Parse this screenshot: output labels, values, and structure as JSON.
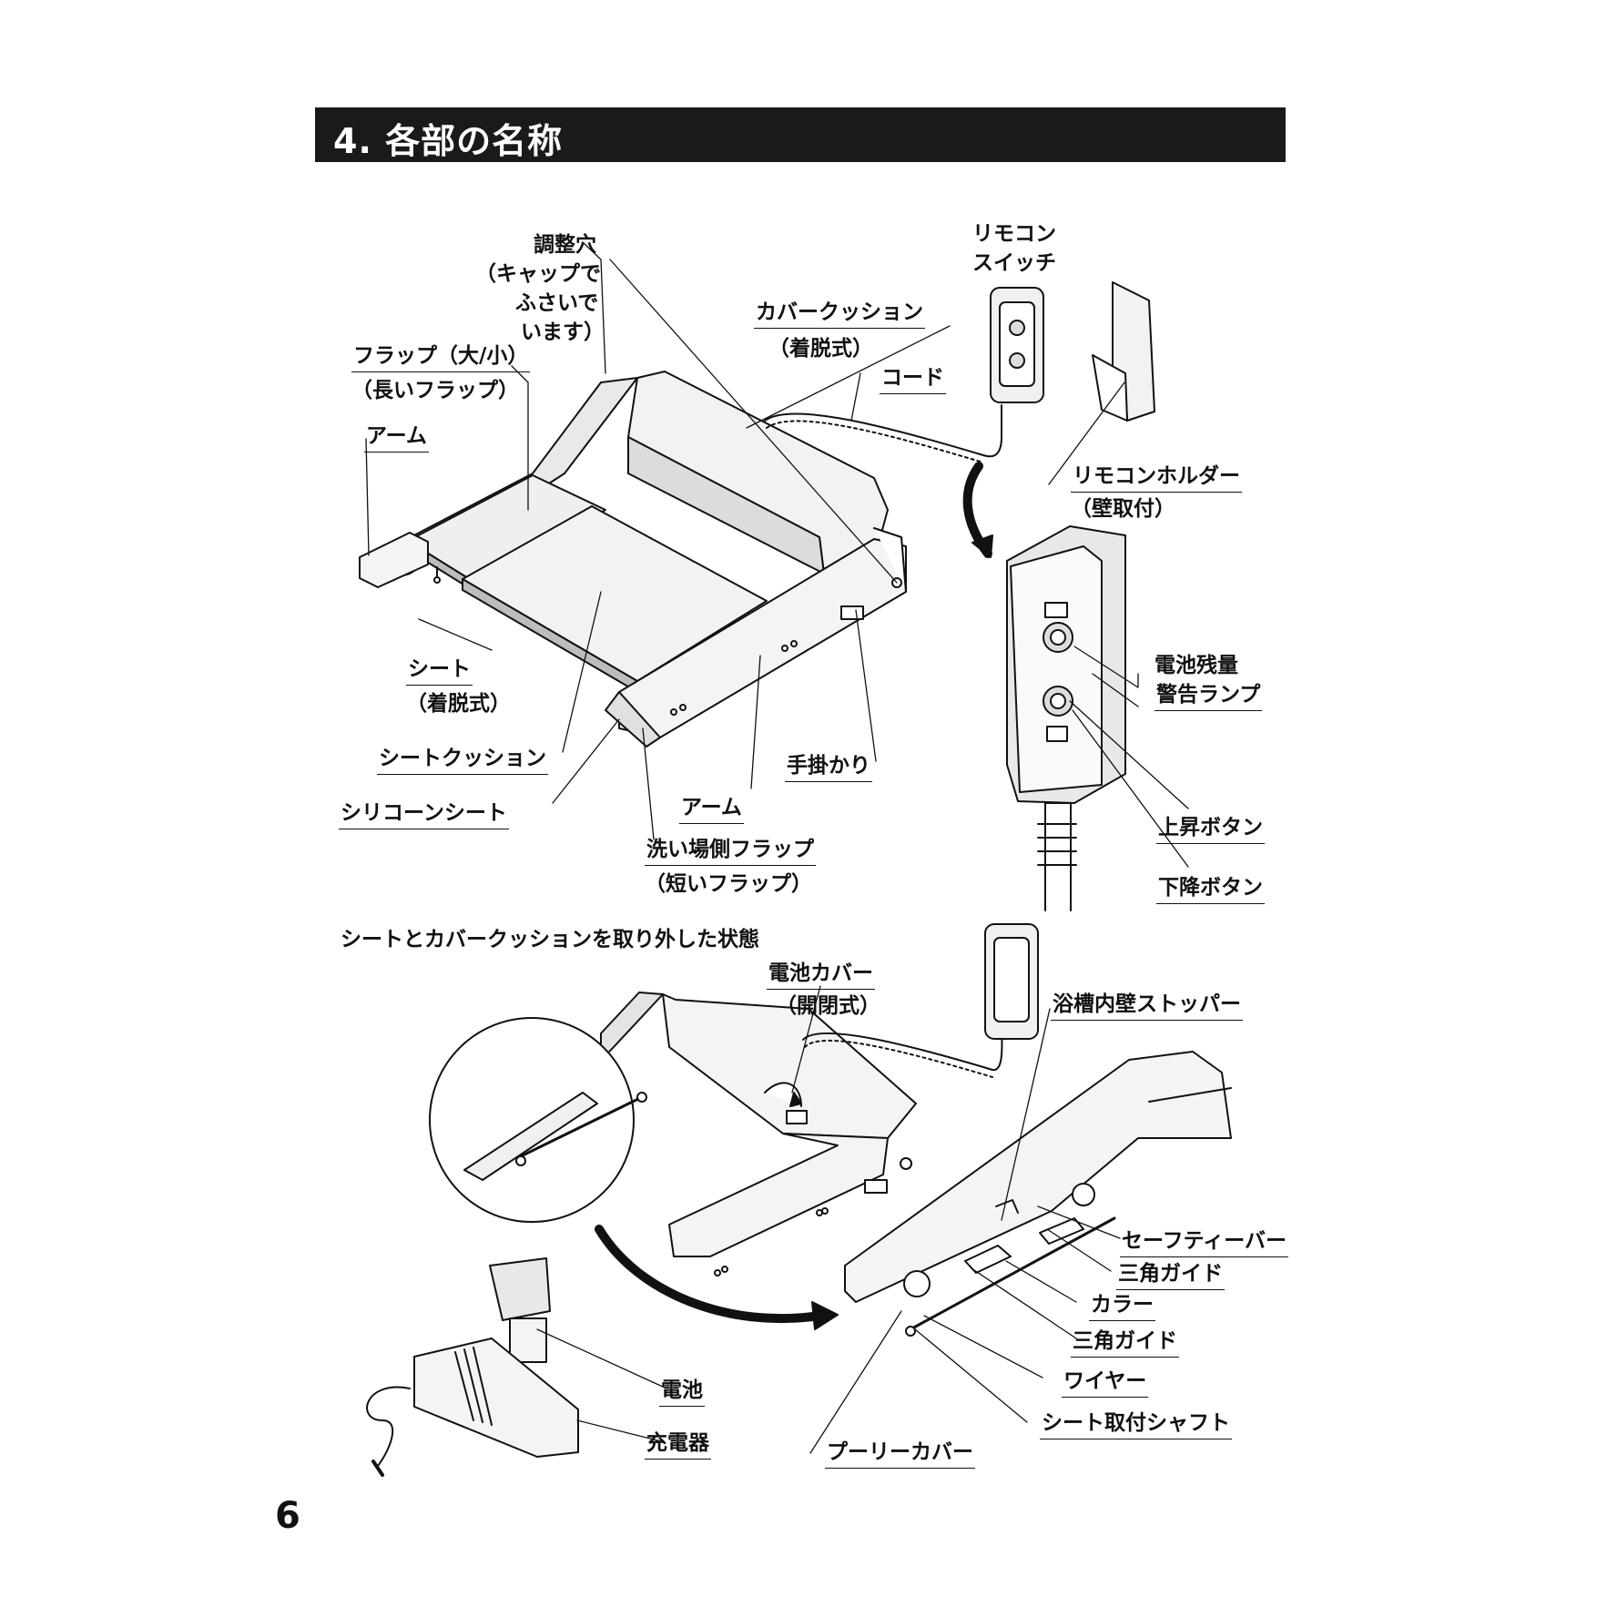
{
  "header": {
    "title": "4. 各部の名称"
  },
  "top_labels": {
    "adjust_hole": [
      "調整穴",
      "（キャップで",
      "ふさいで",
      "います）"
    ],
    "remote_switch": [
      "リモコン",
      "スイッチ"
    ],
    "cover_cushion": [
      "カバークッション",
      "（着脱式）"
    ],
    "flap": [
      "フラップ（大/小）",
      "（長いフラップ）"
    ],
    "cord": "コード",
    "arm_left": "アーム",
    "remote_holder": [
      "リモコンホルダー",
      "（壁取付）"
    ],
    "battery_lamp": [
      "電池残量",
      "警告ランプ"
    ],
    "seat": [
      "シート",
      "（着脱式）"
    ],
    "seat_cushion": "シートクッション",
    "handhold": "手掛かり",
    "arm_right": "アーム",
    "silicone_sheet": "シリコーンシート",
    "up_button": "上昇ボタン",
    "wash_flap": [
      "洗い場側フラップ",
      "（短いフラップ）"
    ],
    "down_button": "下降ボタン"
  },
  "section_caption": "シートとカバークッションを取り外した状態",
  "bottom_labels": {
    "battery_cover": [
      "電池カバー",
      "（開閉式）"
    ],
    "tub_stopper": "浴槽内壁ストッパー",
    "safety_bar": "セーフティーバー",
    "triangle_guide_1": "三角ガイド",
    "collar": "カラー",
    "triangle_guide_2": "三角ガイド",
    "battery": "電池",
    "wire": "ワイヤー",
    "charger": "充電器",
    "seat_shaft": "シート取付シャフト",
    "pulley_cover": "プーリーカバー"
  },
  "page_number": "6"
}
